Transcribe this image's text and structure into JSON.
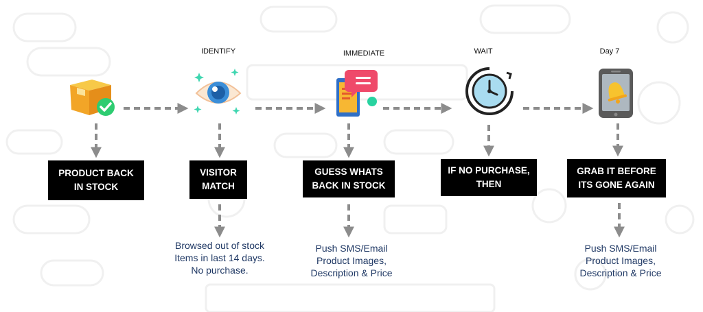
{
  "stage_labels": {
    "identify": "IDENTIFY",
    "immediate": "IMMEDIATE",
    "wait": "WAIT",
    "day7": "Day 7"
  },
  "boxes": {
    "product_back": {
      "line1": "PRODUCT BACK",
      "line2": "IN STOCK"
    },
    "visitor_match": {
      "line1": "VISITOR",
      "line2": "MATCH"
    },
    "guess_whats": {
      "line1": "GUESS WHATS",
      "line2": "BACK IN STOCK"
    },
    "if_no_purchase": {
      "line1": "IF NO PURCHASE,",
      "line2": "THEN"
    },
    "grab_it": {
      "line1": "GRAB IT BEFORE",
      "line2": "ITS GONE AGAIN"
    }
  },
  "descriptions": {
    "visitor": {
      "line1": "Browsed out of stock",
      "line2": "Items in last 14 days.",
      "line3": "No purchase."
    },
    "immediate": {
      "line1": "Push SMS/Email",
      "line2": "Product Images,",
      "line3": "Description & Price"
    },
    "day7": {
      "line1": "Push SMS/Email",
      "line2": "Product Images,",
      "line3": "Description & Price"
    }
  },
  "colors": {
    "box_bg": "#000000",
    "box_text": "#ffffff",
    "desc_text": "#1f3864",
    "arrow": "#8c8c8c",
    "watermark": "#f1f1f1"
  },
  "icons": [
    "package-check-icon",
    "eye-icon",
    "phone-message-icon",
    "clock-icon",
    "phone-bell-icon"
  ]
}
